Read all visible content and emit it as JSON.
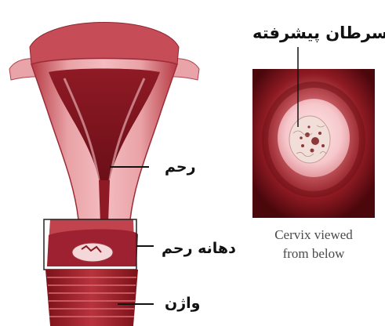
{
  "labels": {
    "advanced_cancer": "سرطان پیشرفته",
    "uterus": "رحم",
    "cervix": "دهانه رحم",
    "vagina": "واژن"
  },
  "inset_caption": {
    "line1": "Cervix viewed",
    "line2": "from below"
  },
  "colors": {
    "tissue_pink": "#e79a9f",
    "tissue_dark": "#a72430",
    "inset_bg": "#5c0b10",
    "leader_line": "#111111"
  }
}
